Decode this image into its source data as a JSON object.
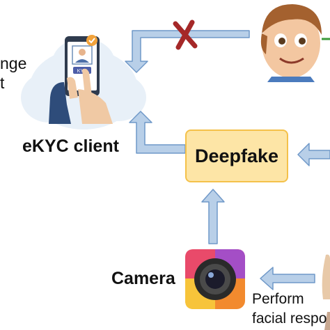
{
  "labels": {
    "challenge_partial_1": "nge",
    "challenge_partial_2": "t",
    "ekyc_client": "eKYC client",
    "deepfake": "Deepfake",
    "camera": "Camera",
    "perform_line1": "Perform",
    "perform_line2": "facial respo"
  },
  "phone": {
    "badge": "KYC"
  },
  "colors": {
    "arrow_fill": "#b8cfe8",
    "arrow_stroke": "#6f98c8",
    "cross": "#a52828",
    "deepfake_fill": "#fde5a6",
    "deepfake_border": "#f4c14a",
    "cloud": "#e8f0f8",
    "green_accent": "#3a9a3a"
  },
  "icons": {
    "phone": "smartphone-face-scan-icon",
    "cross": "x-mark-icon",
    "avatar": "cartoon-boy-avatar-icon",
    "camera": "camera-app-icon",
    "person": "person-partial-icon"
  }
}
